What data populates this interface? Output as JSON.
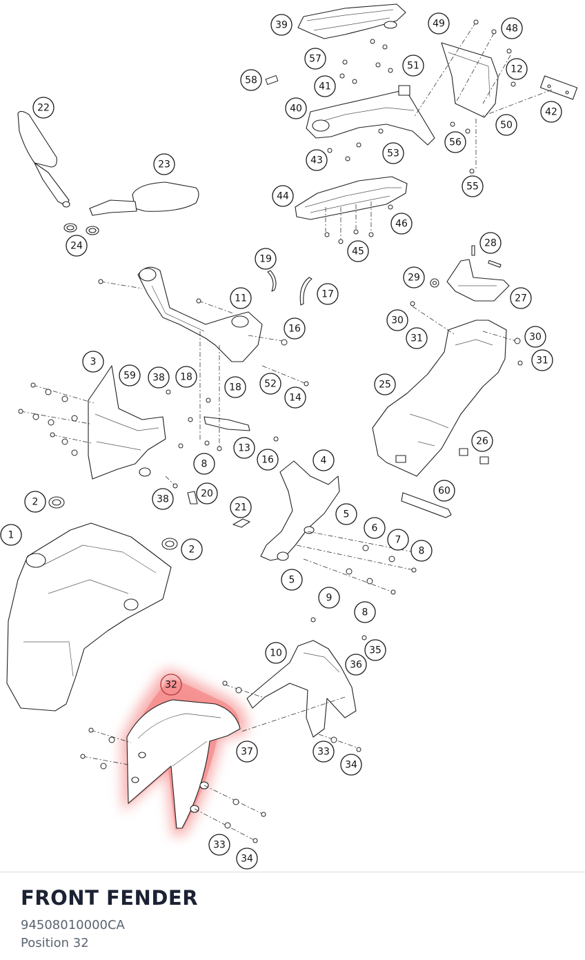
{
  "diagram": {
    "callouts": [
      {
        "id": "c39",
        "label": "39"
      },
      {
        "id": "c49",
        "label": "49"
      },
      {
        "id": "c48",
        "label": "48"
      },
      {
        "id": "c57",
        "label": "57"
      },
      {
        "id": "c51",
        "label": "51"
      },
      {
        "id": "c12",
        "label": "12"
      },
      {
        "id": "c58",
        "label": "58"
      },
      {
        "id": "c41",
        "label": "41"
      },
      {
        "id": "c42",
        "label": "42"
      },
      {
        "id": "c40",
        "label": "40"
      },
      {
        "id": "c50",
        "label": "50"
      },
      {
        "id": "c22",
        "label": "22"
      },
      {
        "id": "c56",
        "label": "56"
      },
      {
        "id": "c53",
        "label": "53"
      },
      {
        "id": "c43",
        "label": "43"
      },
      {
        "id": "c23",
        "label": "23"
      },
      {
        "id": "c55",
        "label": "55"
      },
      {
        "id": "c44",
        "label": "44"
      },
      {
        "id": "c46",
        "label": "46"
      },
      {
        "id": "c24",
        "label": "24"
      },
      {
        "id": "c45",
        "label": "45"
      },
      {
        "id": "c28",
        "label": "28"
      },
      {
        "id": "c19",
        "label": "19"
      },
      {
        "id": "c29",
        "label": "29"
      },
      {
        "id": "c17",
        "label": "17"
      },
      {
        "id": "c11",
        "label": "11"
      },
      {
        "id": "c27",
        "label": "27"
      },
      {
        "id": "c30a",
        "label": "30"
      },
      {
        "id": "c16a",
        "label": "16"
      },
      {
        "id": "c31a",
        "label": "31"
      },
      {
        "id": "c30b",
        "label": "30"
      },
      {
        "id": "c3",
        "label": "3"
      },
      {
        "id": "c31b",
        "label": "31"
      },
      {
        "id": "c59",
        "label": "59"
      },
      {
        "id": "c38a",
        "label": "38"
      },
      {
        "id": "c18a",
        "label": "18"
      },
      {
        "id": "c52",
        "label": "52"
      },
      {
        "id": "c25",
        "label": "25"
      },
      {
        "id": "c18b",
        "label": "18"
      },
      {
        "id": "c14",
        "label": "14"
      },
      {
        "id": "c26",
        "label": "26"
      },
      {
        "id": "c13",
        "label": "13"
      },
      {
        "id": "c8a",
        "label": "8"
      },
      {
        "id": "c16b",
        "label": "16"
      },
      {
        "id": "c4",
        "label": "4"
      },
      {
        "id": "c60",
        "label": "60"
      },
      {
        "id": "c2a",
        "label": "2"
      },
      {
        "id": "c20",
        "label": "20"
      },
      {
        "id": "c38b",
        "label": "38"
      },
      {
        "id": "c21",
        "label": "21"
      },
      {
        "id": "c5a",
        "label": "5"
      },
      {
        "id": "c6",
        "label": "6"
      },
      {
        "id": "c1",
        "label": "1"
      },
      {
        "id": "c7",
        "label": "7"
      },
      {
        "id": "c2b",
        "label": "2"
      },
      {
        "id": "c8b",
        "label": "8"
      },
      {
        "id": "c5b",
        "label": "5"
      },
      {
        "id": "c9",
        "label": "9"
      },
      {
        "id": "c8c",
        "label": "8"
      },
      {
        "id": "c35",
        "label": "35"
      },
      {
        "id": "c10",
        "label": "10"
      },
      {
        "id": "c36",
        "label": "36"
      },
      {
        "id": "c32",
        "label": "32"
      },
      {
        "id": "c37",
        "label": "37"
      },
      {
        "id": "c33a",
        "label": "33"
      },
      {
        "id": "c34a",
        "label": "34"
      },
      {
        "id": "c33b",
        "label": "33"
      },
      {
        "id": "c34b",
        "label": "34"
      }
    ],
    "highlight_color": "#f26d6d"
  },
  "part": {
    "title": "FRONT FENDER",
    "number": "94508010000CA",
    "position": "Position 32"
  }
}
